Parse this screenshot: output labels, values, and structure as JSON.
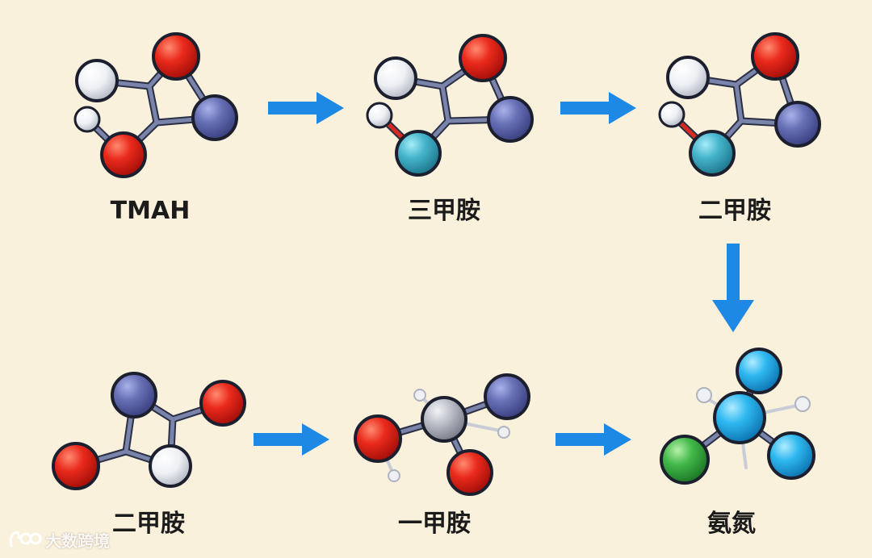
{
  "stages": [
    {
      "id": "tmah",
      "label": "TMAH"
    },
    {
      "id": "trimethylamine",
      "label": "三甲胺"
    },
    {
      "id": "dimethylamine-1",
      "label": "二甲胺"
    },
    {
      "id": "dimethylamine-2",
      "label": "二甲胺"
    },
    {
      "id": "methylamine",
      "label": "一甲胺"
    },
    {
      "id": "ammonia",
      "label": "氨氮"
    }
  ],
  "watermark": {
    "text": "大数跨境"
  },
  "colors": {
    "background": "#faf1dc",
    "arrow": "#1e88e5",
    "bond": "#4a5270",
    "oxygen": "#e8261c",
    "nitrogen": "#6b73b8",
    "hydrogen": "#eef1f5",
    "carbon": "#b8bcc6",
    "teal": "#45b4cc",
    "cyan": "#2eb8f0",
    "green": "#42b84a"
  }
}
